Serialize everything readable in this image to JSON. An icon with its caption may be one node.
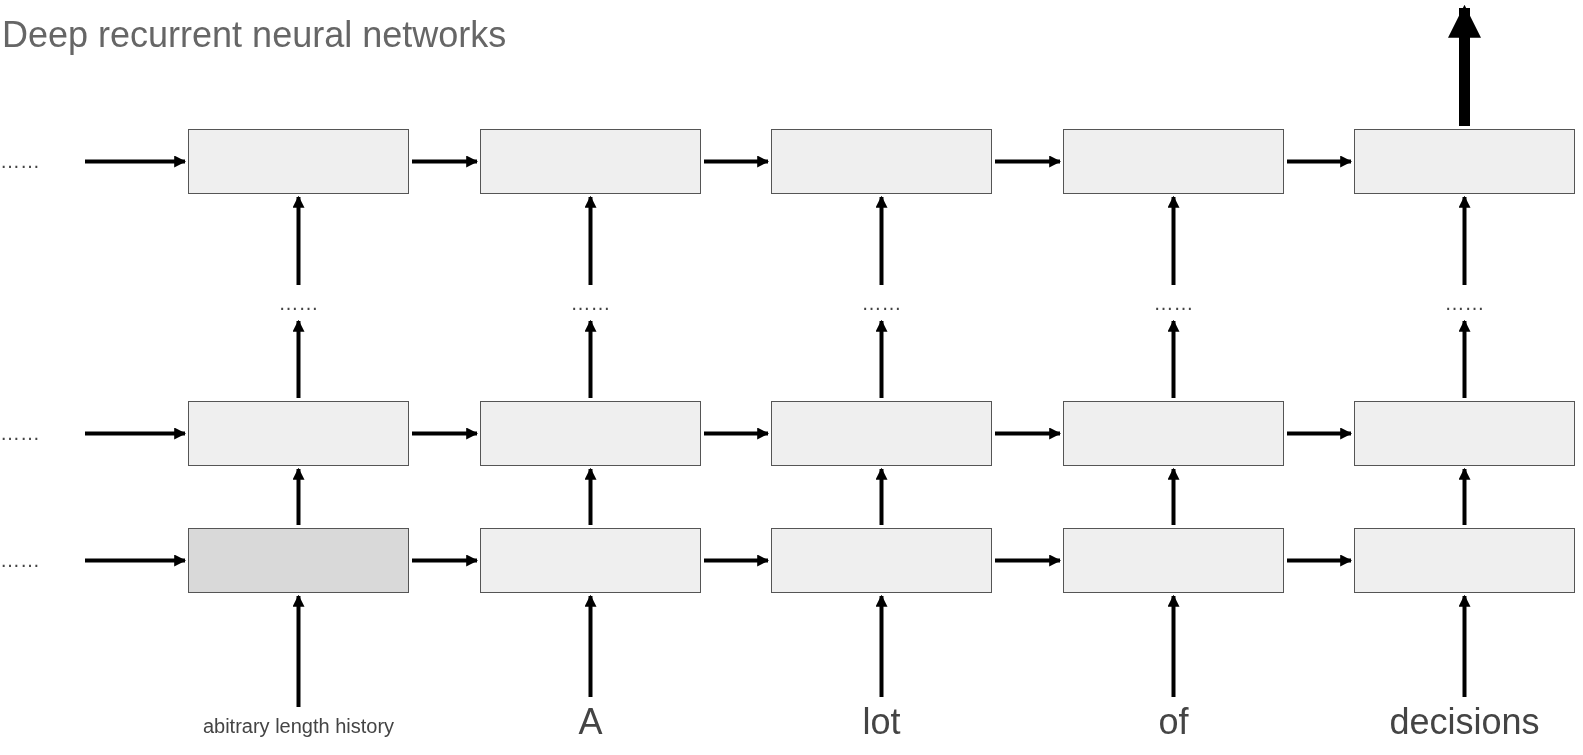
{
  "diagram": {
    "title": "Deep recurrent neural networks",
    "nodes": [
      {
        "text": [
          "……"
        ]
      },
      {
        "text": [],
        "shape": "box"
      },
      {
        "text": [],
        "shape": "box"
      },
      {
        "text": [],
        "shape": "box"
      },
      {
        "text": [],
        "shape": "box"
      },
      {
        "text": [],
        "shape": "box"
      },
      {
        "text": [
          "……"
        ]
      },
      {
        "text": [
          "……"
        ]
      },
      {
        "text": [
          "……"
        ]
      },
      {
        "text": [
          "……"
        ]
      },
      {
        "text": [
          "……"
        ]
      },
      {
        "text": [
          "……"
        ]
      },
      {
        "text": [],
        "shape": "box"
      },
      {
        "text": [],
        "shape": "box"
      },
      {
        "text": [],
        "shape": "box"
      },
      {
        "text": [],
        "shape": "box"
      },
      {
        "text": [],
        "shape": "box"
      },
      {
        "text": [
          "……"
        ]
      },
      {
        "text": [],
        "shape": "box"
      },
      {
        "text": [],
        "shape": "box"
      },
      {
        "text": [],
        "shape": "box"
      },
      {
        "text": [],
        "shape": "box"
      },
      {
        "text": [],
        "shape": "box"
      },
      {
        "text": [
          "abitrary length history"
        ]
      },
      {
        "text": [
          "A"
        ]
      },
      {
        "text": [
          "lot"
        ]
      },
      {
        "text": [
          "of"
        ]
      },
      {
        "text": [
          "decisions"
        ]
      }
    ],
    "edges": [
      {
        "from": 0,
        "to": 1,
        "arrow": "to"
      },
      {
        "from": 1,
        "to": 2,
        "arrow": "to"
      },
      {
        "from": 2,
        "to": 3,
        "arrow": "to"
      },
      {
        "from": 3,
        "to": 4,
        "arrow": "to"
      },
      {
        "from": 4,
        "to": 5,
        "arrow": "to"
      },
      {
        "from": 6,
        "to": 1,
        "arrow": "to"
      },
      {
        "from": 7,
        "to": 2,
        "arrow": "to"
      },
      {
        "from": 8,
        "to": 3,
        "arrow": "to"
      },
      {
        "from": 9,
        "to": 4,
        "arrow": "to"
      },
      {
        "from": 10,
        "to": 5,
        "arrow": "to"
      },
      {
        "from": 11,
        "to": 12,
        "arrow": "to"
      },
      {
        "from": 12,
        "to": 13,
        "arrow": "to"
      },
      {
        "from": 13,
        "to": 14,
        "arrow": "to"
      },
      {
        "from": 14,
        "to": 15,
        "arrow": "to"
      },
      {
        "from": 15,
        "to": 16,
        "arrow": "to"
      },
      {
        "from": 12,
        "to": 6,
        "arrow": "to"
      },
      {
        "from": 13,
        "to": 7,
        "arrow": "to"
      },
      {
        "from": 14,
        "to": 8,
        "arrow": "to"
      },
      {
        "from": 15,
        "to": 9,
        "arrow": "to"
      },
      {
        "from": 16,
        "to": 10,
        "arrow": "to"
      },
      {
        "from": 17,
        "to": 18,
        "arrow": "to"
      },
      {
        "from": 18,
        "to": 19,
        "arrow": "to"
      },
      {
        "from": 19,
        "to": 20,
        "arrow": "to"
      },
      {
        "from": 20,
        "to": 21,
        "arrow": "to"
      },
      {
        "from": 21,
        "to": 22,
        "arrow": "to"
      },
      {
        "from": 18,
        "to": 12,
        "arrow": "to"
      },
      {
        "from": 19,
        "to": 13,
        "arrow": "to"
      },
      {
        "from": 20,
        "to": 14,
        "arrow": "to"
      },
      {
        "from": 21,
        "to": 15,
        "arrow": "to"
      },
      {
        "from": 22,
        "to": 16,
        "arrow": "to"
      },
      {
        "from": 23,
        "to": 18,
        "arrow": "to"
      },
      {
        "from": 24,
        "to": 19,
        "arrow": "to"
      },
      {
        "from": 25,
        "to": 20,
        "arrow": "to"
      },
      {
        "from": 26,
        "to": 21,
        "arrow": "to"
      },
      {
        "from": 27,
        "to": 22,
        "arrow": "to"
      },
      {
        "from": 5,
        "to": null,
        "arrow": "to",
        "style": "thick"
      }
    ]
  }
}
